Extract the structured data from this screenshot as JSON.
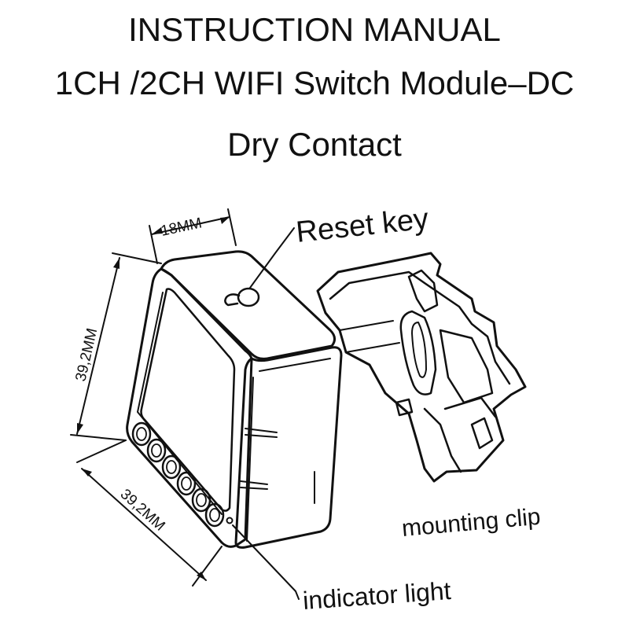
{
  "header": {
    "line1": "INSTRUCTION MANUAL",
    "line2": "1CH /2CH WIFI Switch Module–DC",
    "line3": "Dry Contact"
  },
  "dimensions": {
    "width": "18MM",
    "height": "39,2MM",
    "depth": "39,2MM"
  },
  "callouts": {
    "reset_key": "Reset key",
    "mounting_clip": "mounting clip",
    "indicator_light": "indicator light"
  },
  "colors": {
    "ink": "#111111",
    "background": "#ffffff"
  }
}
